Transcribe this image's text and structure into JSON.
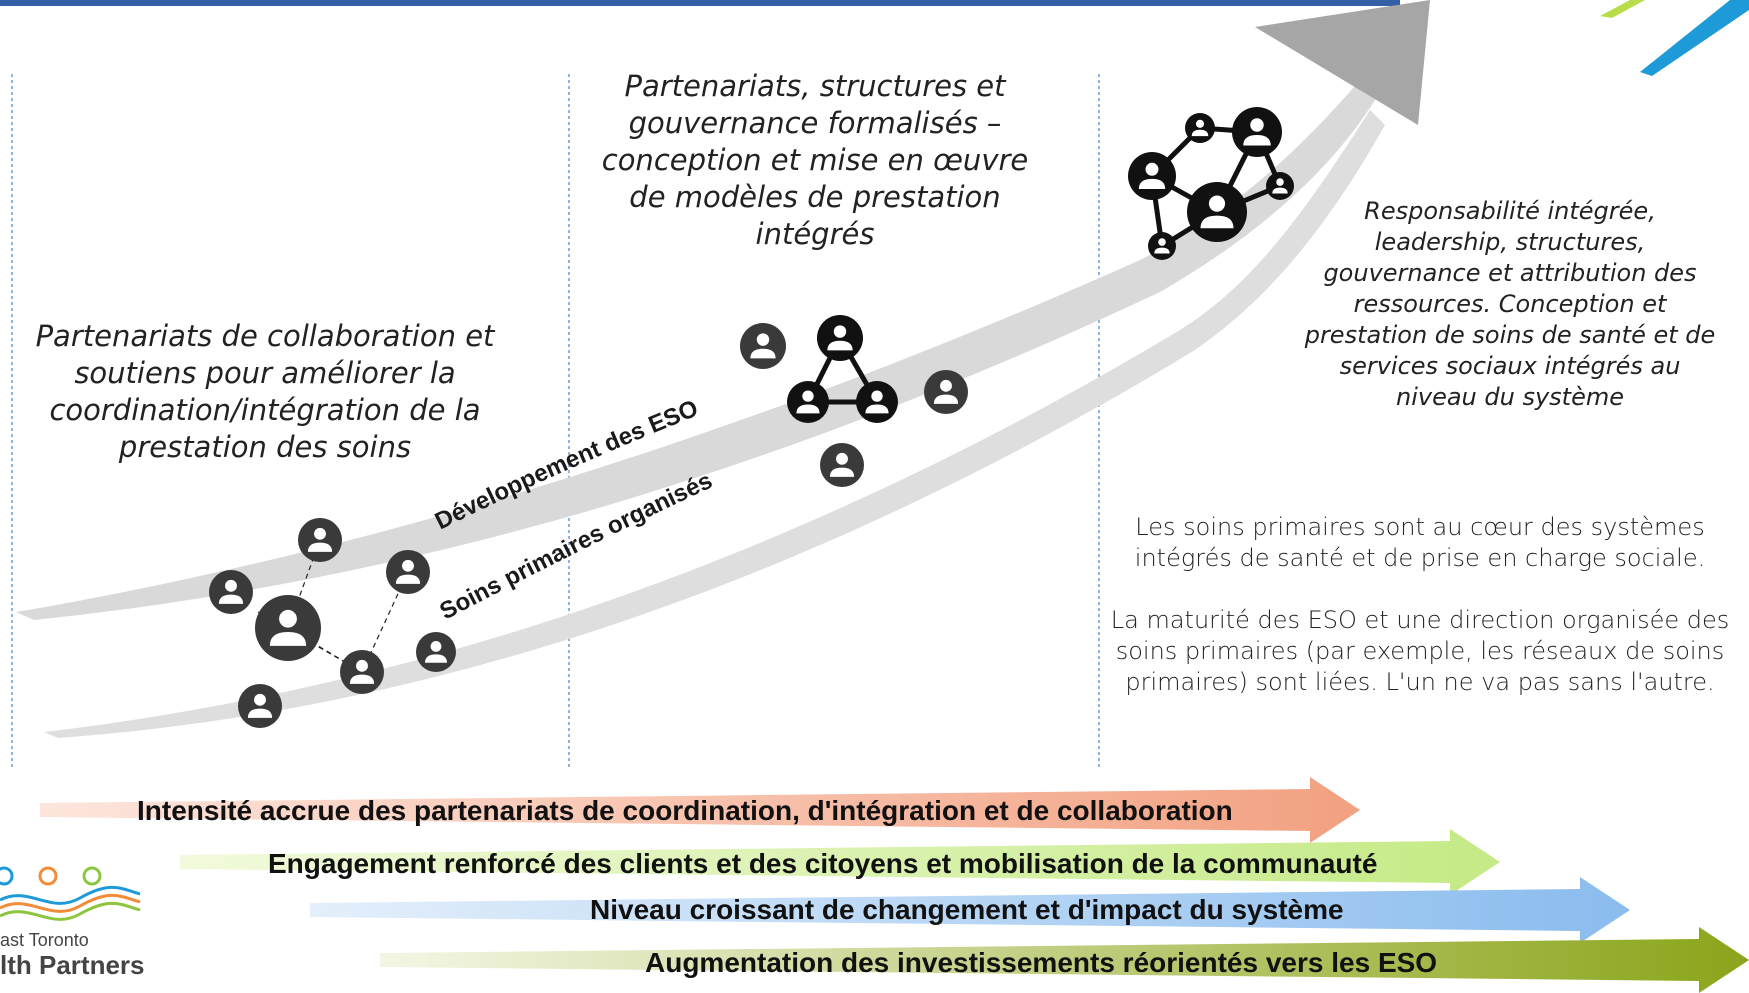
{
  "columns": {
    "stage1": "Partenariats de collaboration et soutiens pour améliorer la coordination/intégration de la prestation des soins",
    "stage2": "Partenariats, structures et gouvernance formalisés – conception et mise en œuvre de modèles de prestation intégrés",
    "stage3": "Responsabilité intégrée, leadership, structures, gouvernance et attribution des ressources. Conception et prestation de soins de santé et de services sociaux intégrés au niveau du système"
  },
  "band_labels": {
    "upper": "Développement des ESO",
    "lower": "Soins primaires organisés"
  },
  "info": {
    "paragraph1": "Les soins primaires sont au cœur des systèmes intégrés de santé et de prise en charge sociale.",
    "paragraph2": "La maturité des ESO et une direction organisée des soins primaires (par exemple, les réseaux de soins primaires) sont liées. L'un ne va pas sans l'autre."
  },
  "bottom_arrows": [
    {
      "label": "Intensité accrue des partenariats de coordination, d'intégration et de collaboration",
      "color": "#f4a58a"
    },
    {
      "label": "Engagement renforcé des clients et des citoyens et mobilisation de la communauté",
      "color": "#c9ec8e"
    },
    {
      "label": "Niveau croissant de changement et d'impact du système",
      "color": "#8fbfee"
    },
    {
      "label": "Augmentation des investissements réorientés vers les ESO",
      "color": "#8aa51a"
    }
  ],
  "logo": {
    "line1": "ast Toronto",
    "line2": "lth Partners"
  },
  "colors": {
    "band": "#d9d9d9",
    "arrowhead": "#a6a6a6",
    "title_accent": "#1f4e9c",
    "divider": "#4a90d9",
    "icon": "#1f1f1f"
  },
  "icons": {
    "people": "person-icon",
    "network": "network-icon"
  }
}
